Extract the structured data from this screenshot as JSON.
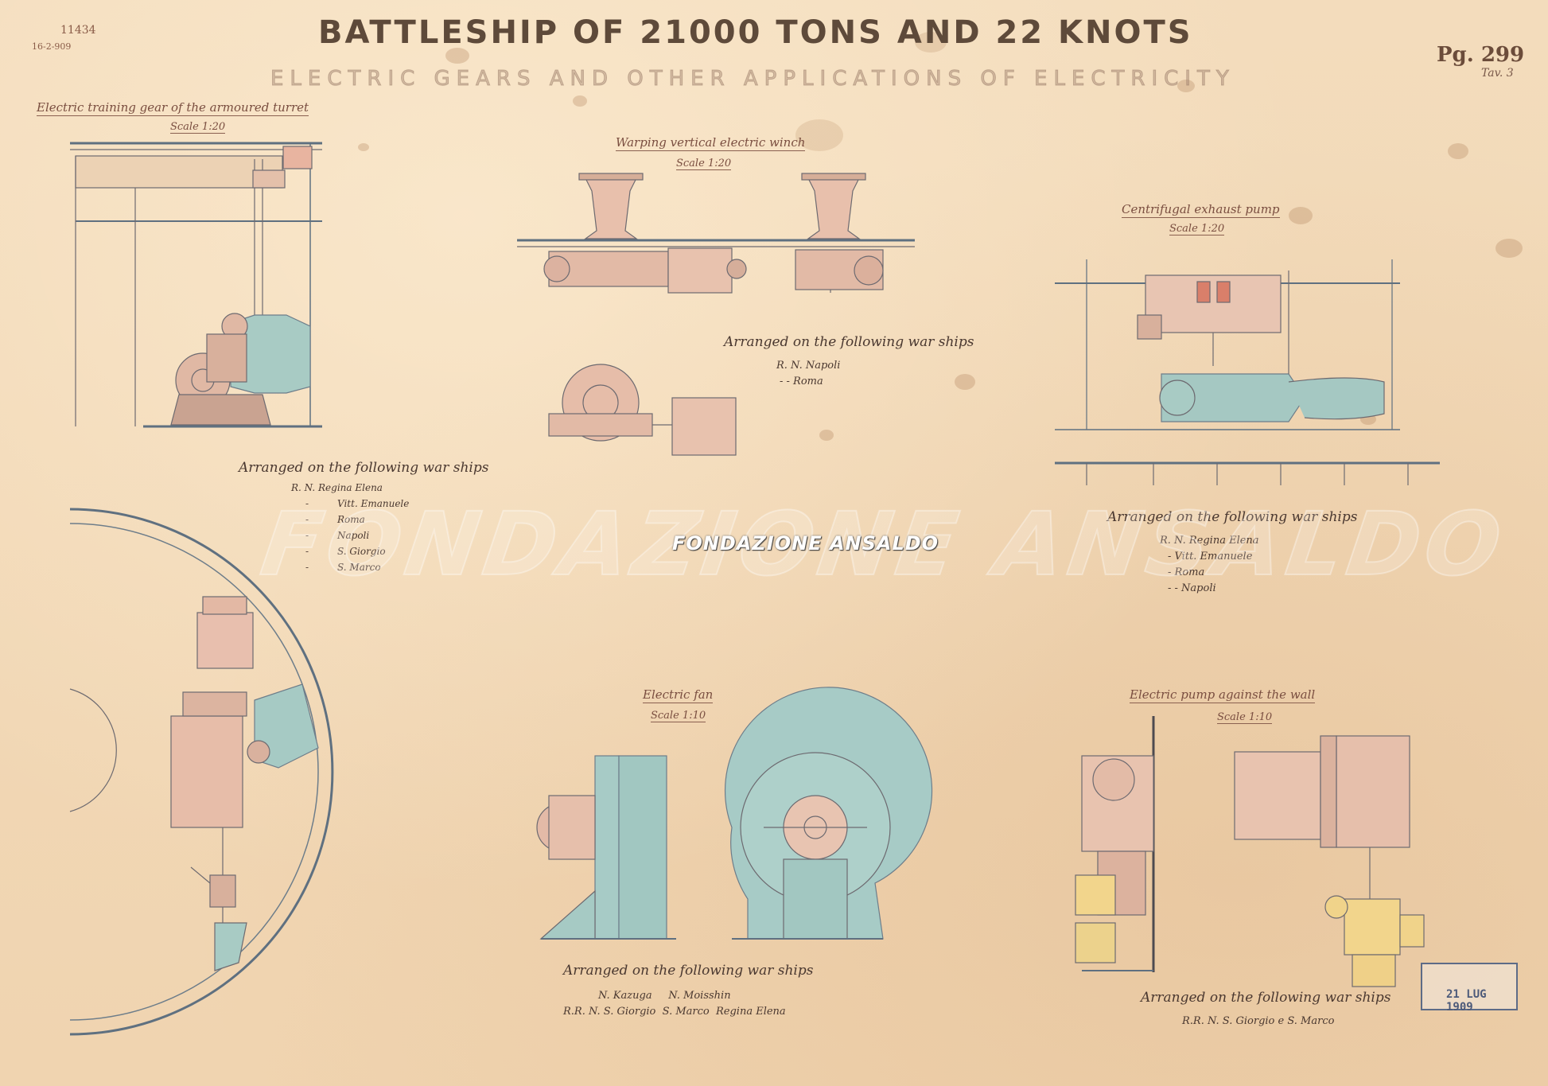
{
  "title": "BATTLESHIP OF 21000 TONS    AND 22 KNOTS",
  "subtitle": "ELECTRIC GEARS AND OTHER APPLICATIONS OF ELECTRICITY",
  "sheet_number": "Pg. 299",
  "sheet_sub": "Tav. 3",
  "archive_ref": {
    "number": "11434",
    "date": "16-2-909"
  },
  "watermark": {
    "large": "FONDAZIONE ANSALDO",
    "small": "FONDAZIONE ANSALDO"
  },
  "stamp": {
    "date": "21 LUG 1909"
  },
  "drawings": {
    "turret": {
      "caption": "Electric training gear of the armoured turret",
      "scale": "Scale 1:20",
      "arranged_title": "Arranged on the following war ships",
      "ships": [
        "R. N. Regina Elena",
        "Vitt. Emanuele",
        "Roma",
        "Napoli",
        "S. Giorgio",
        "S. Marco"
      ],
      "ship_prefixes": [
        "R. N.",
        "-",
        "-",
        "-",
        "-",
        "-"
      ]
    },
    "winch": {
      "caption": "Warping vertical electric winch",
      "scale": "Scale 1:20",
      "arranged_title": "Arranged on the following war ships",
      "ships": [
        "R. N. Napoli",
        "- - Roma"
      ]
    },
    "pump": {
      "caption": "Centrifugal exhaust pump",
      "scale": "Scale 1:20",
      "arranged_title": "Arranged on the following war ships",
      "ships": [
        "R. N. Regina Elena",
        "- Vitt. Emanuele",
        "- Roma",
        "- - Napoli"
      ]
    },
    "fan": {
      "caption": "Electric fan",
      "scale": "Scale 1:10",
      "arranged_title": "Arranged on the following war ships",
      "ships_line1": "N. Kazuga     N. Moisshin",
      "ships_line2": "R.R. N. S. Giorgio  S. Marco  Regina Elena"
    },
    "wall_pump": {
      "caption": "Electric pump against the wall",
      "scale": "Scale 1:10",
      "arranged_title": "Arranged on the following war ships",
      "ships": "R.R. N. S. Giorgio e S. Marco"
    }
  },
  "colors": {
    "paper": "#f2d9b8",
    "ink": "#4a3830",
    "blue_tint": "#a9cfc9",
    "red_tint": "#e5a89a",
    "yellow_tint": "#f2d58c",
    "line": "#6d7d8a"
  }
}
